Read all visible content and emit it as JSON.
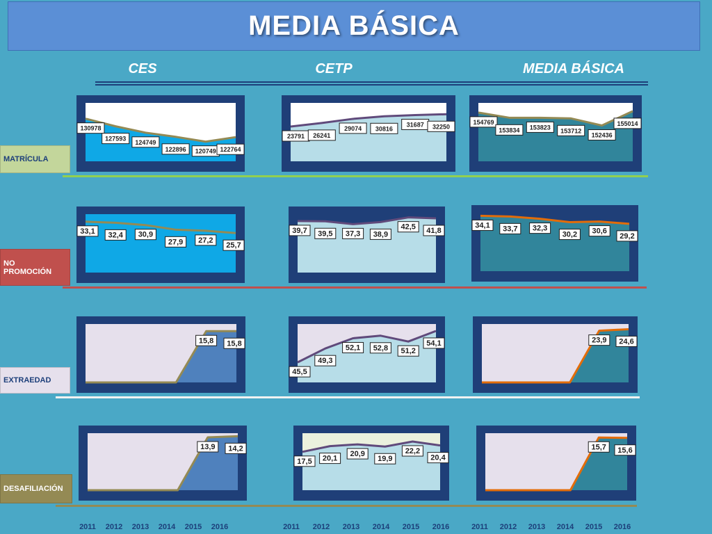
{
  "title": "MEDIA BÁSICA",
  "columns": [
    "CES",
    "CETP",
    "MEDIA BÁSICA"
  ],
  "rows": [
    "MATRÍCULA",
    "NO\nPROMOCIÓN",
    "EXTRAEDAD",
    "DESAFILIACIÓN"
  ],
  "years": [
    "2011",
    "2012",
    "2013",
    "2014",
    "2015",
    "2016"
  ],
  "colors": {
    "background": "#4aa8c6",
    "title_bar": "#5b8fd6",
    "panel_frame": "#1f3f78",
    "row_label_matricula": "#c3d69b",
    "row_label_no_promocion": "#c0504d",
    "row_label_extraedad": "#e6e0ec",
    "row_label_desafiliacion": "#948a54",
    "sep_matricula": "#92d050",
    "sep_no_promocion": "#c0504d",
    "sep_extraedad": "#f2f2f2",
    "sep_desafiliacion": "#948a54"
  },
  "chart_data": [
    {
      "type": "area",
      "row": "MATRÍCULA",
      "column": "CES",
      "x": [
        "2011",
        "2012",
        "2013",
        "2014",
        "2015",
        "2016"
      ],
      "values": [
        130978,
        127593,
        124749,
        122896,
        120749,
        122764
      ],
      "data_labels": [
        "130978",
        "127593",
        "124749",
        "122896",
        "120749",
        "122764"
      ],
      "ylim": [
        112000,
        138000
      ],
      "colors": {
        "plot": "#ffffff",
        "fill": "#0fa8e6",
        "line": "#948a54"
      }
    },
    {
      "type": "area",
      "row": "MATRÍCULA",
      "column": "CETP",
      "x": [
        "2011",
        "2012",
        "2013",
        "2014",
        "2015",
        "2016"
      ],
      "values": [
        23791,
        26241,
        29074,
        30816,
        31687,
        32250
      ],
      "data_labels": [
        "23791",
        "26241",
        "29074",
        "30816",
        "31687",
        "32250"
      ],
      "ylim": [
        0,
        40000
      ],
      "colors": {
        "plot": "#ffffff",
        "fill": "#b7dde8",
        "line": "#604a7b"
      }
    },
    {
      "type": "area",
      "row": "MATRÍCULA",
      "column": "MEDIA BÁSICA",
      "x": [
        "2011",
        "2012",
        "2013",
        "2014",
        "2015",
        "2016"
      ],
      "values": [
        154769,
        153834,
        153823,
        153712,
        152436,
        155014
      ],
      "data_labels": [
        "154769",
        "153834",
        "153823",
        "153712",
        "152436",
        "155014"
      ],
      "ylim": [
        146000,
        156500
      ],
      "colors": {
        "plot": "#ffffff",
        "fill": "#31859b",
        "line": "#948a54"
      }
    },
    {
      "type": "area",
      "row": "NO PROMOCIÓN",
      "column": "CES",
      "x": [
        "2011",
        "2012",
        "2013",
        "2014",
        "2015",
        "2016"
      ],
      "values": [
        33.1,
        32.4,
        30.9,
        27.9,
        27.2,
        25.7
      ],
      "data_labels": [
        "33,1",
        "32,4",
        "30,9",
        "27,9",
        "27,2",
        "25,7"
      ],
      "ylim": [
        0,
        38
      ],
      "colors": {
        "plot": "#0fa8e6",
        "fill": "#0fa8e6",
        "line": "#948a54"
      }
    },
    {
      "type": "area",
      "row": "NO PROMOCIÓN",
      "column": "CETP",
      "x": [
        "2011",
        "2012",
        "2013",
        "2014",
        "2015",
        "2016"
      ],
      "values": [
        39.7,
        39.5,
        37.3,
        38.9,
        42.5,
        41.8
      ],
      "data_labels": [
        "39,7",
        "39,5",
        "37,3",
        "38,9",
        "42,5",
        "41,8"
      ],
      "ylim": [
        0,
        45
      ],
      "colors": {
        "plot": "#1f3f78",
        "fill": "#b7dde8",
        "line": "#604a7b"
      }
    },
    {
      "type": "area",
      "row": "NO PROMOCIÓN",
      "column": "MEDIA BÁSICA",
      "x": [
        "2011",
        "2012",
        "2013",
        "2014",
        "2015",
        "2016"
      ],
      "values": [
        34.1,
        33.7,
        32.3,
        30.2,
        30.6,
        29.2
      ],
      "data_labels": [
        "34,1",
        "33,7",
        "32,3",
        "30,2",
        "30,6",
        "29,2"
      ],
      "ylim": [
        0,
        36
      ],
      "colors": {
        "plot": "#1f3f78",
        "fill": "#31859b",
        "line": "#e36c09"
      }
    },
    {
      "type": "area",
      "row": "EXTRAEDAD",
      "column": "CES",
      "x": [
        "2011",
        "2012",
        "2013",
        "2014",
        "2015",
        "2016"
      ],
      "values": [
        0,
        0,
        0,
        0,
        15.8,
        15.8
      ],
      "data_labels": [
        "",
        "",
        "",
        "",
        "15,8",
        "15,8"
      ],
      "ylim": [
        0,
        18
      ],
      "colors": {
        "plot": "#e6e0ec",
        "fill": "#4f81bd",
        "line": "#948a54"
      }
    },
    {
      "type": "area",
      "row": "EXTRAEDAD",
      "column": "CETP",
      "x": [
        "2011",
        "2012",
        "2013",
        "2014",
        "2015",
        "2016"
      ],
      "values": [
        45.5,
        49.3,
        52.1,
        52.8,
        51.2,
        54.1
      ],
      "data_labels": [
        "45,5",
        "49,3",
        "52,1",
        "52,8",
        "51,2",
        "54,1"
      ],
      "ylim": [
        40,
        56
      ],
      "colors": {
        "plot": "#e6e0ec",
        "fill": "#b7dde8",
        "line": "#604a7b"
      }
    },
    {
      "type": "area",
      "row": "EXTRAEDAD",
      "column": "MEDIA BÁSICA",
      "x": [
        "2011",
        "2012",
        "2013",
        "2014",
        "2015",
        "2016"
      ],
      "values": [
        0,
        0,
        0,
        0,
        23.9,
        24.6
      ],
      "data_labels": [
        "",
        "",
        "",
        "",
        "23,9",
        "24,6"
      ],
      "ylim": [
        0,
        27
      ],
      "colors": {
        "plot": "#e6e0ec",
        "fill": "#31859b",
        "line": "#e36c09"
      }
    },
    {
      "type": "area",
      "row": "DESAFILIACIÓN",
      "column": "CES",
      "x": [
        "2011",
        "2012",
        "2013",
        "2014",
        "2015",
        "2016"
      ],
      "values": [
        0,
        0,
        0,
        0,
        13.9,
        14.2
      ],
      "data_labels": [
        "",
        "",
        "",
        "",
        "13,9",
        "14,2"
      ],
      "ylim": [
        0,
        15
      ],
      "colors": {
        "plot": "#e6e0ec",
        "fill": "#4f81bd",
        "line": "#948a54"
      }
    },
    {
      "type": "area",
      "row": "DESAFILIACIÓN",
      "column": "CETP",
      "x": [
        "2011",
        "2012",
        "2013",
        "2014",
        "2015",
        "2016"
      ],
      "values": [
        17.5,
        20.1,
        20.9,
        19.9,
        22.2,
        20.4
      ],
      "data_labels": [
        "17,5",
        "20,1",
        "20,9",
        "19,9",
        "22,2",
        "20,4"
      ],
      "ylim": [
        0,
        26
      ],
      "colors": {
        "plot": "#ebf1de",
        "fill": "#b7dde8",
        "line": "#604a7b"
      }
    },
    {
      "type": "area",
      "row": "DESAFILIACIÓN",
      "column": "MEDIA BÁSICA",
      "x": [
        "2011",
        "2012",
        "2013",
        "2014",
        "2015",
        "2016"
      ],
      "values": [
        0,
        0,
        0,
        0,
        15.7,
        15.6
      ],
      "data_labels": [
        "",
        "",
        "",
        "",
        "15,7",
        "15,6"
      ],
      "ylim": [
        0,
        17
      ],
      "colors": {
        "plot": "#e6e0ec",
        "fill": "#31859b",
        "line": "#e36c09"
      }
    }
  ]
}
